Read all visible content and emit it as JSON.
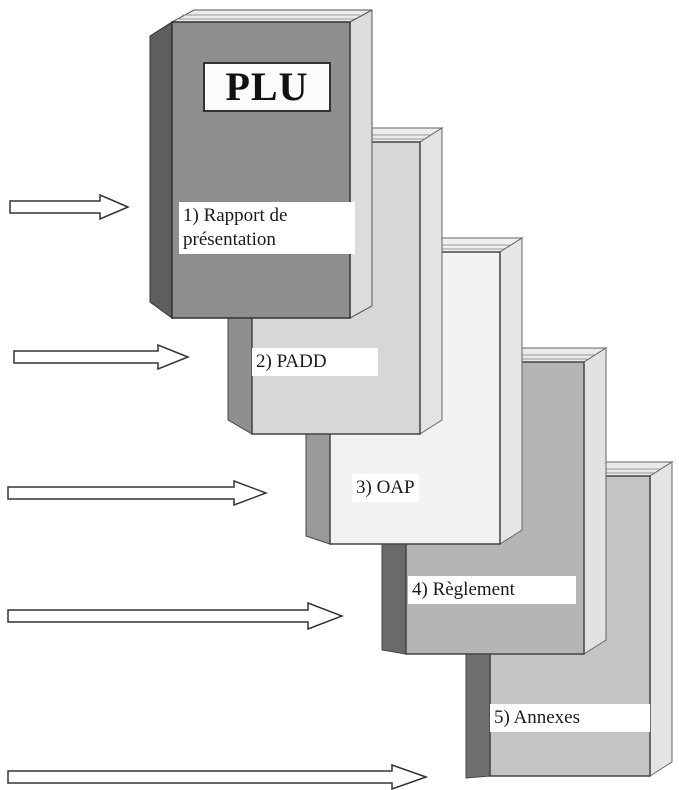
{
  "title": "PLU",
  "books": [
    {
      "label": "1) Rapport de présentation",
      "line1": "1) Rapport de",
      "line2": "présentation",
      "cover": "#8e8e8e"
    },
    {
      "label": "2) PADD",
      "cover": "#d7d7d7"
    },
    {
      "label": "3) OAP",
      "cover": "#f2f2f2"
    },
    {
      "label": "4) Règlement",
      "cover": "#b5b5b5"
    },
    {
      "label": "5) Annexes",
      "cover": "#c4c4c4"
    }
  ],
  "arrows": [
    {
      "icon": "right-arrow-icon"
    },
    {
      "icon": "right-arrow-icon"
    },
    {
      "icon": "right-arrow-icon"
    },
    {
      "icon": "right-arrow-icon"
    },
    {
      "icon": "right-arrow-icon"
    }
  ]
}
